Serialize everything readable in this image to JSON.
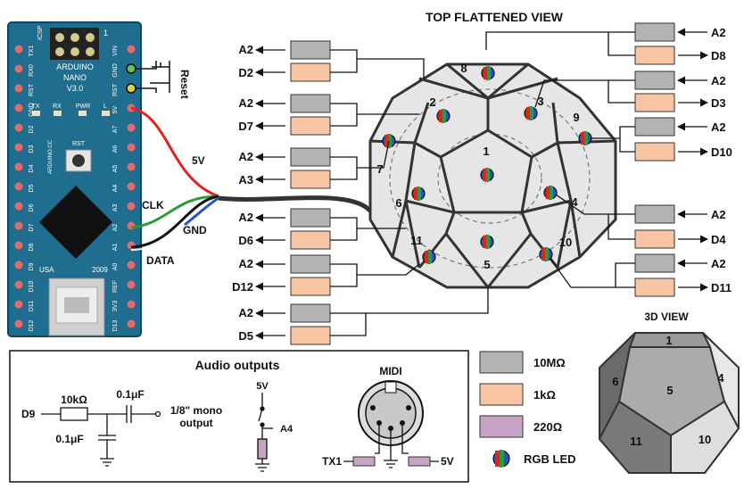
{
  "title": "TOP FLATTENED VIEW",
  "board": {
    "name_line1": "ARDUINO",
    "name_line2": "NANO",
    "version": "V3.0",
    "made_in": "USA",
    "year": "2009",
    "icsp": "ICSP",
    "icsp_pin": "1",
    "rst_label": "RST",
    "vertical_label": "ARDUINO.CC",
    "leds": [
      "TX",
      "RX",
      "PWR",
      "L"
    ],
    "left_pins": [
      "TX1",
      "RX0",
      "RST",
      "GND",
      "D2",
      "D3",
      "D4",
      "D5",
      "D6",
      "D7",
      "D8",
      "D9",
      "D10",
      "D11",
      "D12"
    ],
    "right_pins": [
      "VIN",
      "GND",
      "RST",
      "5V",
      "A7",
      "A6",
      "A5",
      "A4",
      "A3",
      "A2",
      "A1",
      "A0",
      "REF",
      "3V3",
      "D13"
    ]
  },
  "reset_label": "Reset",
  "wire_labels": {
    "five_v": "5V",
    "clk": "CLK",
    "gnd": "GND",
    "data": "DATA"
  },
  "left_resistors": [
    {
      "in": "A2",
      "out": "D2"
    },
    {
      "in": "A2",
      "out": "D7"
    },
    {
      "in": "A2",
      "out": "A3"
    },
    {
      "in": "A2",
      "out": "D6"
    },
    {
      "in": "A2",
      "out": "D12"
    },
    {
      "in": "A2",
      "out": "D5"
    }
  ],
  "right_resistors": [
    {
      "in": "A2",
      "out": "D8"
    },
    {
      "in": "A2",
      "out": "D3"
    },
    {
      "in": "A2",
      "out": "D10"
    },
    {
      "in": "A2",
      "out": "D4"
    },
    {
      "in": "A2",
      "out": "D11"
    }
  ],
  "faces": [
    "1",
    "2",
    "3",
    "4",
    "5",
    "6",
    "7",
    "8",
    "9",
    "10",
    "11"
  ],
  "audio": {
    "title": "Audio outputs",
    "d9": "D9",
    "resistor": "10kΩ",
    "cap_series": "0.1μF",
    "cap_shunt": "0.1μF",
    "output_line1": "1/8\" mono",
    "output_line2": "output",
    "switch_supply": "5V",
    "switch_pin": "A4",
    "midi": "MIDI",
    "midi_tx": "TX1",
    "midi_5v": "5V"
  },
  "legend": [
    {
      "label": "10MΩ",
      "color": "#b3b3b3"
    },
    {
      "label": "1kΩ",
      "color": "#f7c4a4"
    },
    {
      "label": "220Ω",
      "color": "#c7a3c5"
    },
    {
      "label": "RGB LED",
      "color": "led"
    }
  ],
  "view3d": {
    "title": "3D VIEW",
    "faces": [
      "1",
      "4",
      "5",
      "6",
      "10",
      "11"
    ]
  },
  "colors": {
    "board": "#1f6d8f",
    "gray_resistor": "#b3b3b3",
    "salmon_resistor": "#f7c4a4",
    "purple_resistor": "#c7a3c5",
    "wire_red": "#e0231c",
    "wire_green": "#2e9a3a",
    "wire_blue": "#2057c8"
  }
}
